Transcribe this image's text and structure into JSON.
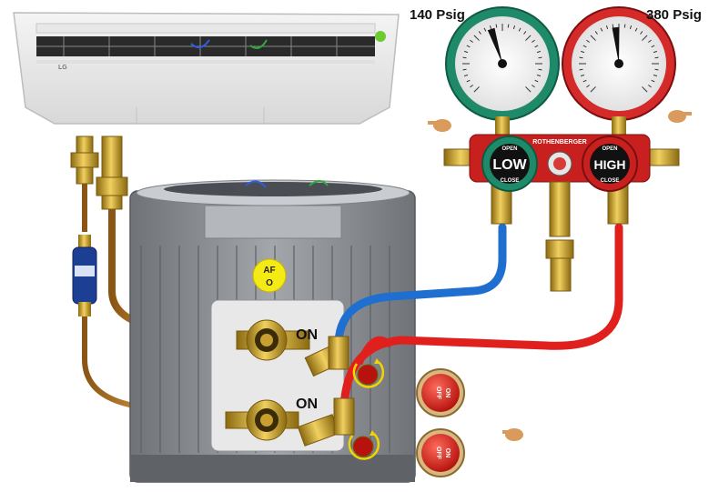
{
  "gauges": {
    "low_reading": "140 Psig",
    "high_reading": "380 Psig",
    "low_label": "LOW",
    "high_label": "HIGH",
    "open_label": "OPEN",
    "close_label": "CLOSE",
    "brand": "ROTHENBERGER",
    "low_color": "#1f8a6a",
    "high_color": "#d42a2a",
    "manifold_color": "#c8201e"
  },
  "condenser": {
    "badge_line1": "AF",
    "badge_line2": "O",
    "valve1_state": "ON",
    "valve2_state": "ON",
    "body_color": "#8f9398"
  },
  "indoor_unit": {
    "brand": "LG"
  },
  "off_buttons": [
    {
      "top": "OFF",
      "bottom": "ON"
    },
    {
      "top": "OFF",
      "bottom": "ON"
    }
  ],
  "hoses": {
    "suction_color": "#1e6fd0",
    "discharge_color": "#e0201c"
  }
}
